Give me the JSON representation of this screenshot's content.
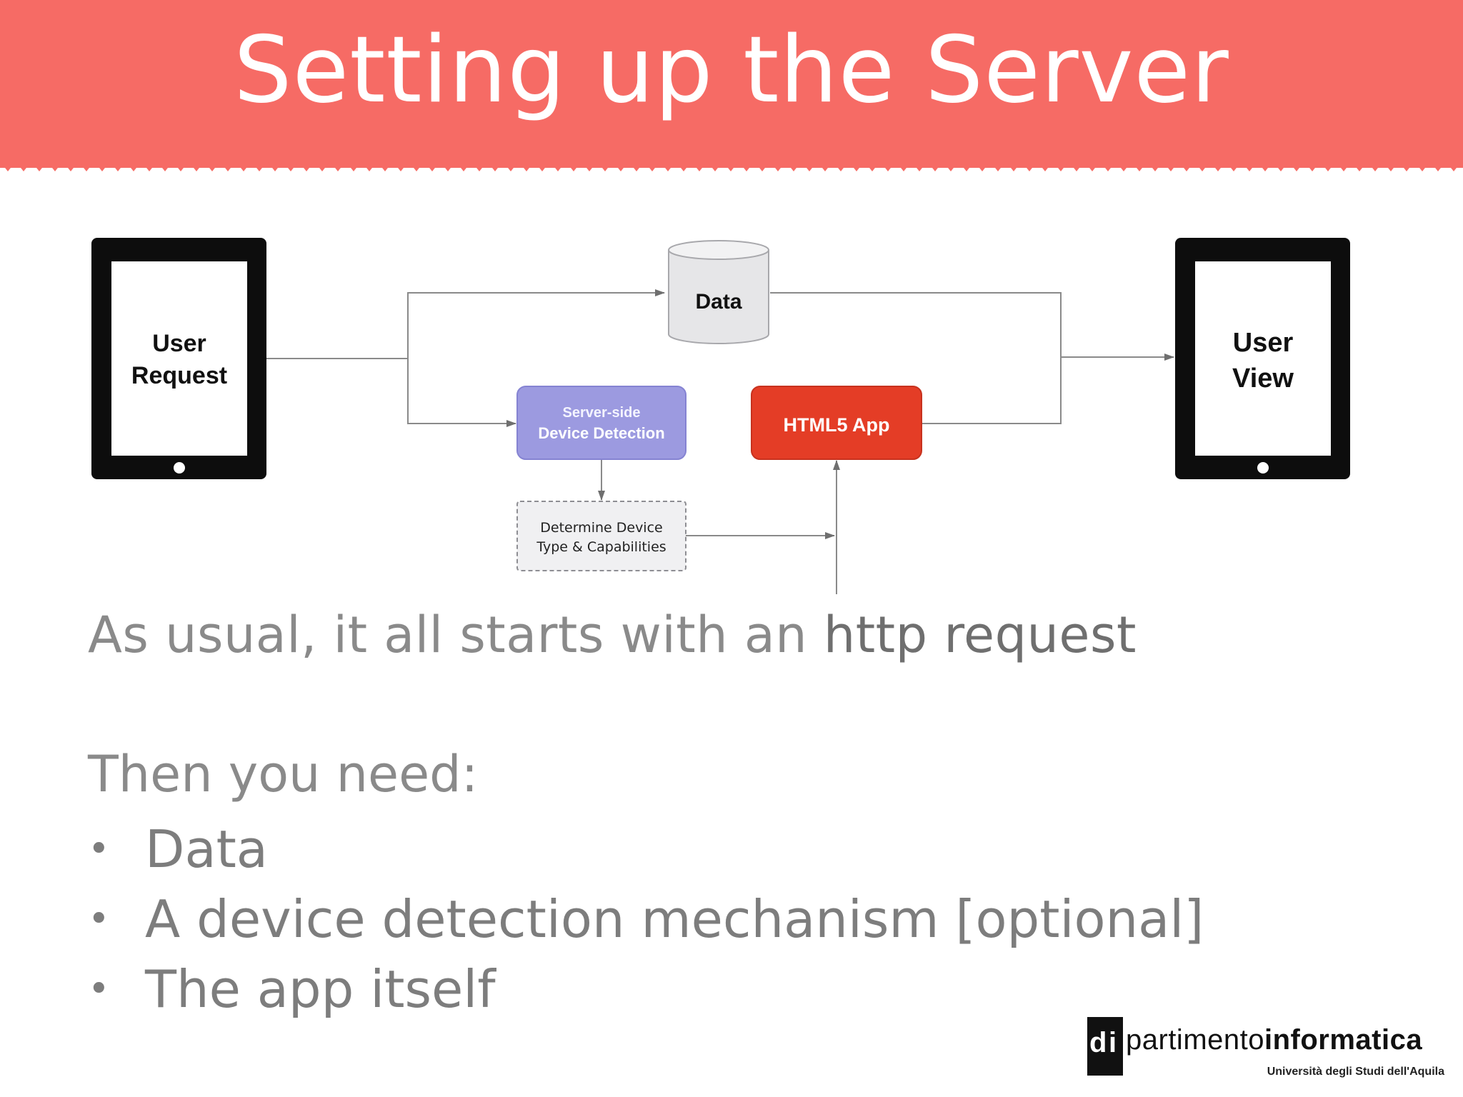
{
  "slide": {
    "title": "Setting up the Server",
    "header_color": "#f66b65"
  },
  "diagram": {
    "user_request_device": {
      "line1": "User",
      "line2": "Request"
    },
    "user_view_device": {
      "line1": "User",
      "line2": "View"
    },
    "data_store": "Data",
    "server_detection": {
      "line1": "Server-side",
      "line2": "Device Detection",
      "color": "#9c9ae0"
    },
    "html5_app": {
      "label": "HTML5 App",
      "color": "#e43d26"
    },
    "determine_device": {
      "line1": "Determine Device",
      "line2": "Type & Capabilities"
    }
  },
  "content": {
    "intro_prefix": "As usual, it all starts with an ",
    "intro_emphasis": "http request",
    "need_heading": "Then you need:",
    "bullets": [
      "Data",
      "A device detection mechanism [optional]",
      "The app itself"
    ]
  },
  "logo": {
    "mark_left": "d",
    "mark_right": "i",
    "name_light": "partimento",
    "name_bold": "informatica",
    "subtitle": "Università degli Studi dell'Aquila"
  }
}
